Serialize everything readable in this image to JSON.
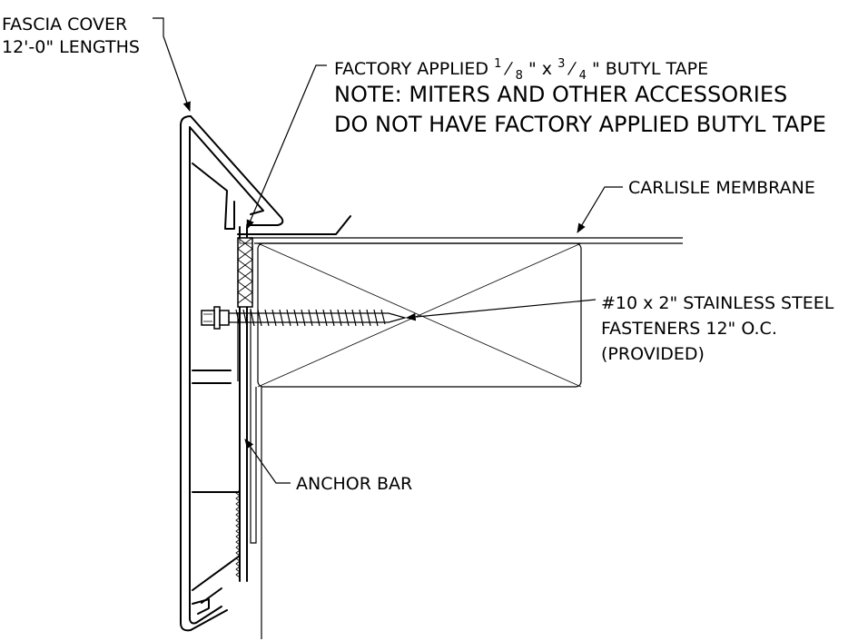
{
  "labels": {
    "fascia_cover_line1": "FASCIA COVER",
    "fascia_cover_line2": "12'-0\" LENGTHS",
    "butyl_tape_prefix": "FACTORY APPLIED",
    "butyl_tape_frac1_num": "1",
    "butyl_tape_frac1_den": "8",
    "butyl_tape_mid": "\" x",
    "butyl_tape_frac2_num": "3",
    "butyl_tape_frac2_den": "4",
    "butyl_tape_suffix": "\" BUTYL TAPE",
    "note_line1": "NOTE: MITERS AND OTHER ACCESSORIES",
    "note_line2": "DO NOT HAVE FACTORY APPLIED BUTYL TAPE",
    "membrane": "CARLISLE MEMBRANE",
    "fastener_line1": "#10 x 2\" STAINLESS STEEL",
    "fastener_line2": "FASTENERS 12\" O.C.",
    "fastener_line3": "(PROVIDED)",
    "anchor_bar": "ANCHOR BAR"
  }
}
